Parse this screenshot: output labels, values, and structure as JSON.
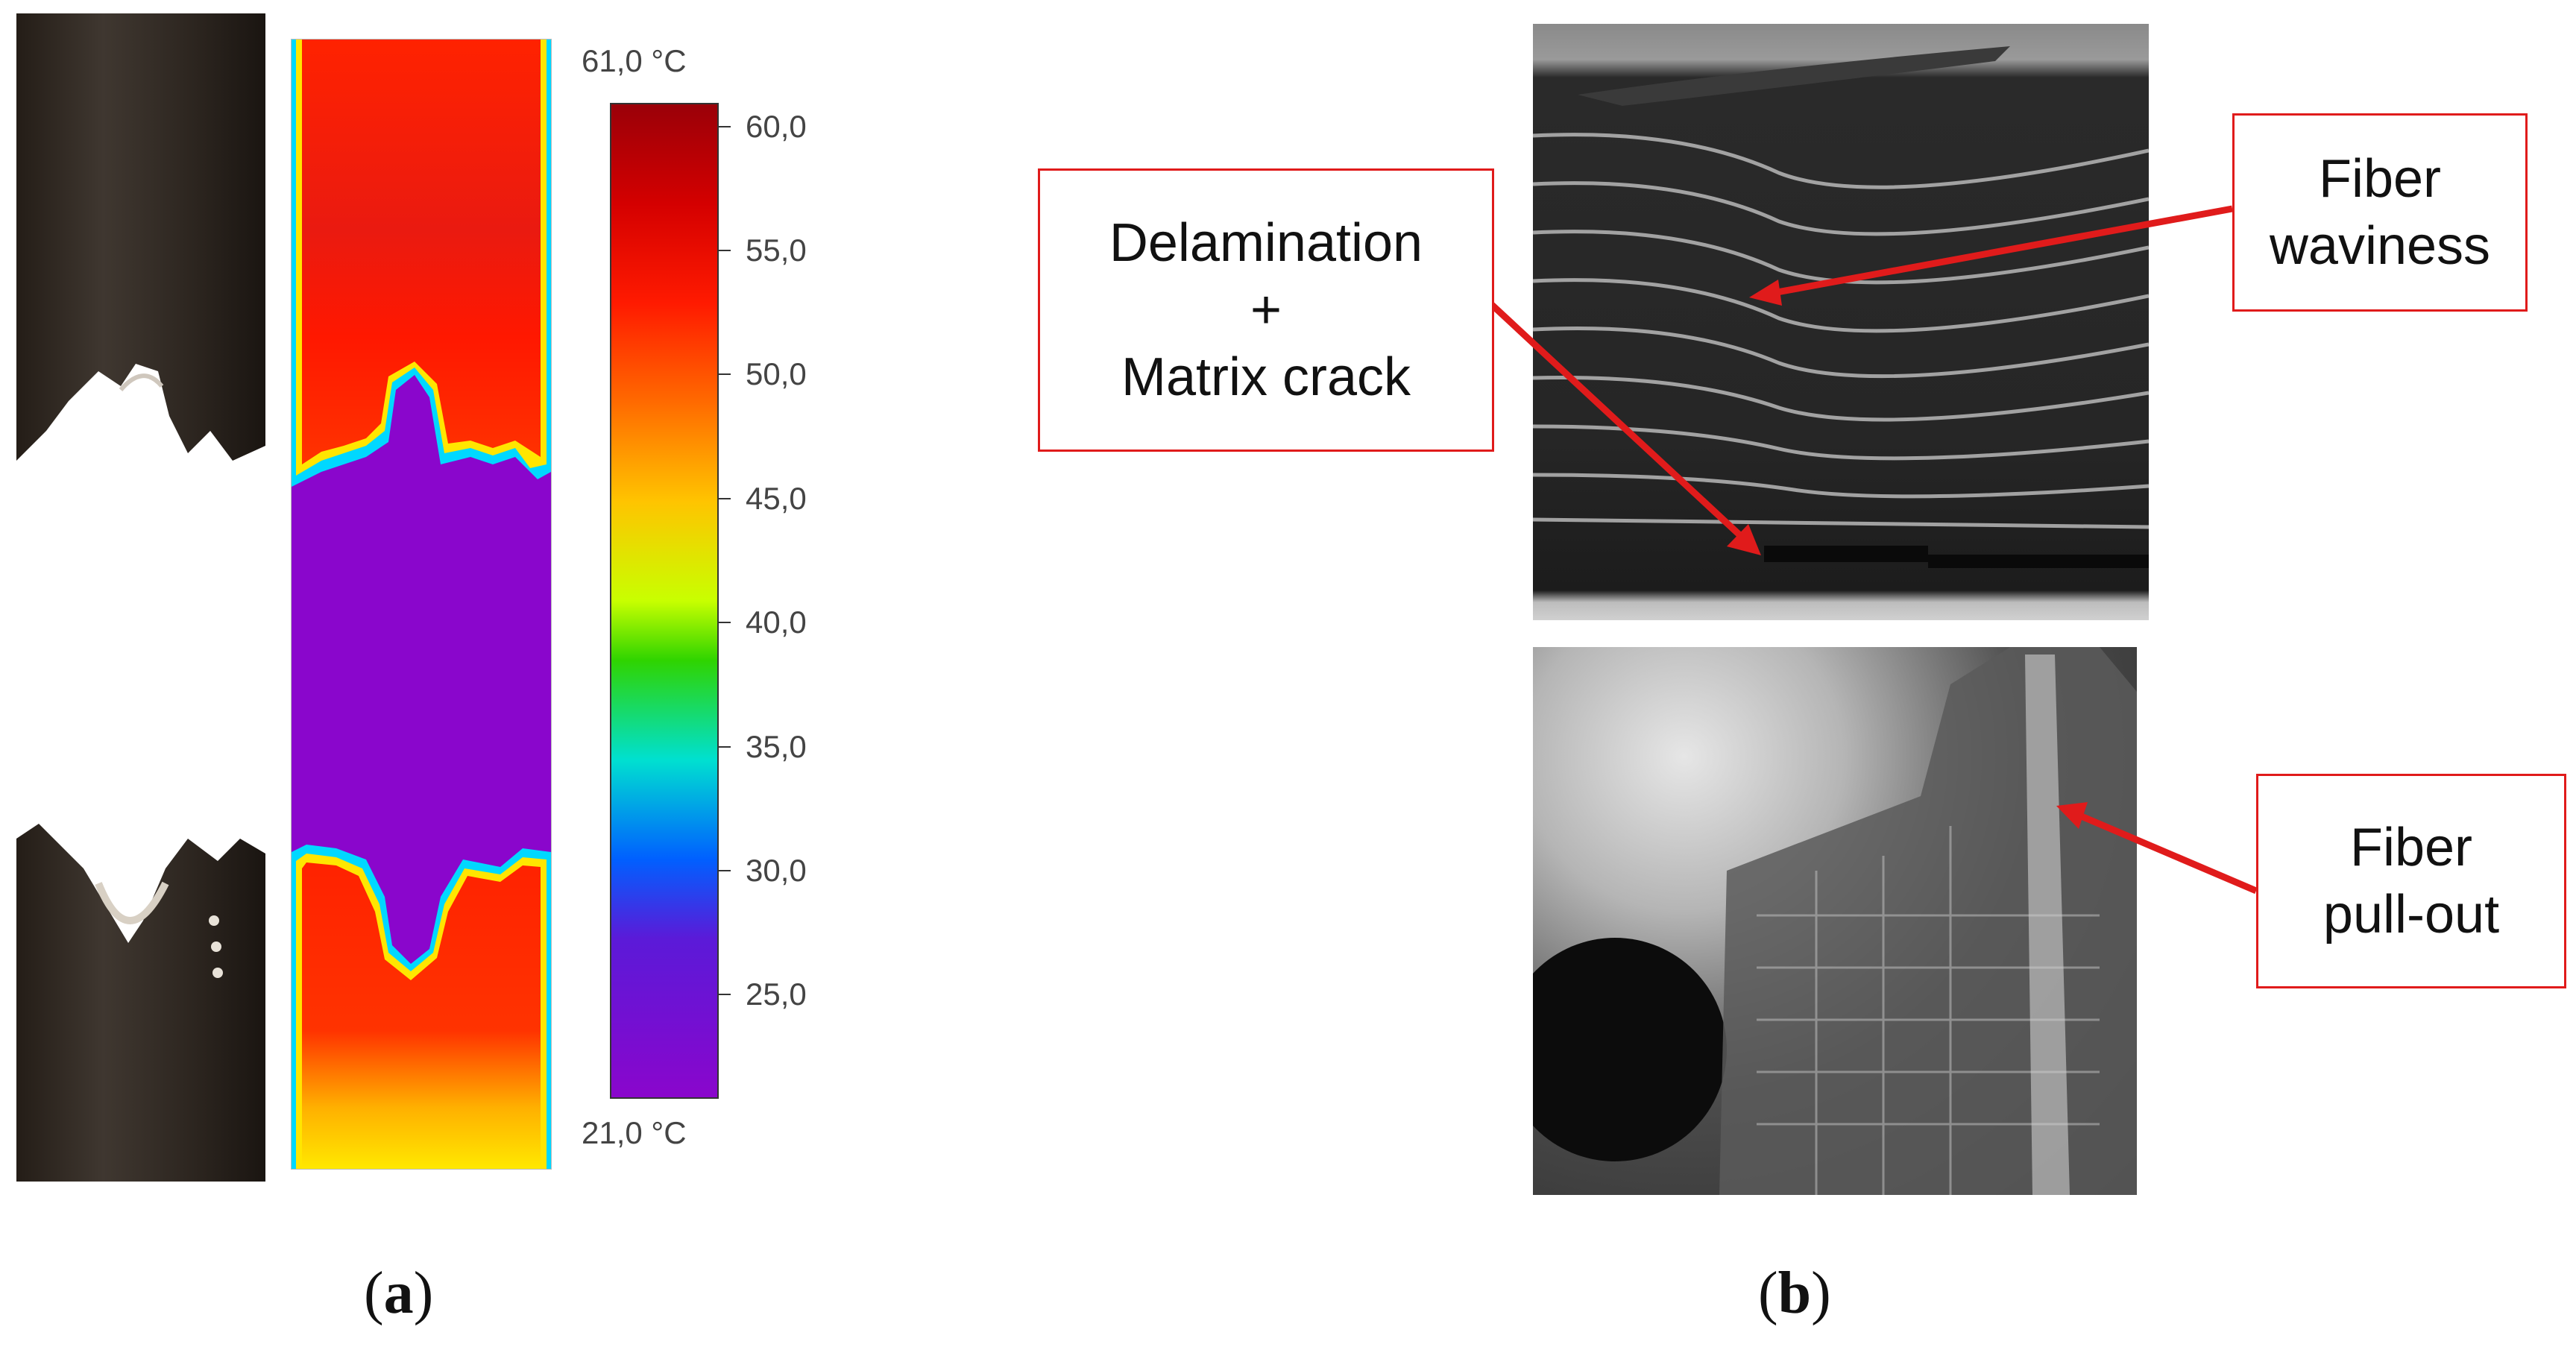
{
  "colorbar": {
    "max_label": "61,0 °C",
    "min_label": "21,0 °C",
    "ticks": [
      "60,0",
      "55,0",
      "50,0",
      "45,0",
      "40,0",
      "35,0",
      "30,0",
      "25,0"
    ]
  },
  "annotations": {
    "delamination_line1": "Delamination",
    "delamination_line2": "+",
    "delamination_line3": "Matrix crack",
    "waviness_line1": "Fiber",
    "waviness_line2": "waviness",
    "pullout_line1": "Fiber",
    "pullout_line2": "pull-out"
  },
  "panel_labels": {
    "a_open": "(",
    "a_letter": "a",
    "a_close": ")",
    "b_open": "(",
    "b_letter": "b",
    "b_close": ")"
  },
  "colors": {
    "annotation_red": "#e01b1b",
    "thermal_cold": "#8a06cc",
    "thermal_hot": "#ff1a00"
  }
}
